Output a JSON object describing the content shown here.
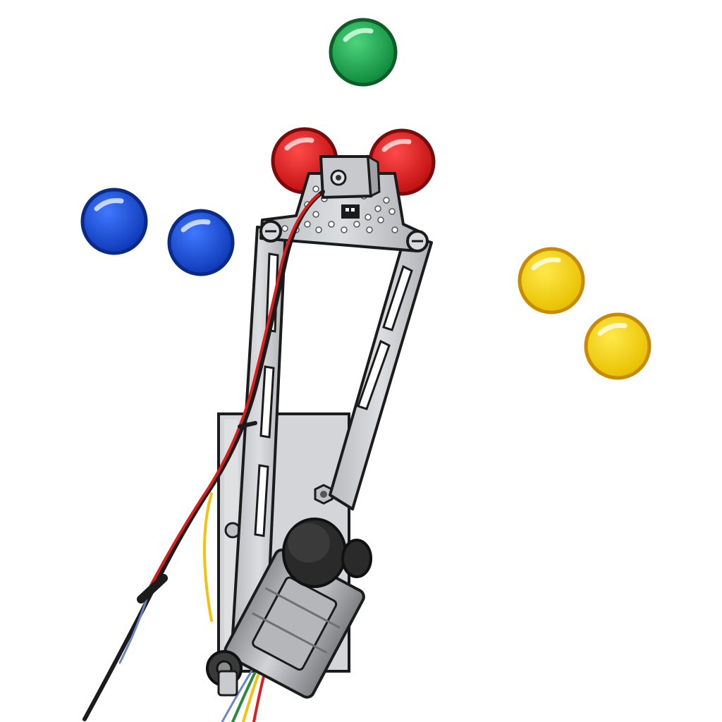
{
  "scene": {
    "background": "#ffffff",
    "subject": "robotic-arm",
    "ball_colors": {
      "green": "#17a34a",
      "red": "#e01b1b",
      "blue": "#1a4fe0",
      "yellow": "#f7d81c"
    },
    "ball_counts": {
      "green": 1,
      "red": 2,
      "blue": 2,
      "yellow": 2
    },
    "metal_color": "#c9cbcf",
    "outline_color": "#1b1b1b",
    "wire_colors": [
      "#d81e1e",
      "#1b1b1b",
      "#f2c20d",
      "#2a8a3a",
      "#6a86c8"
    ]
  }
}
